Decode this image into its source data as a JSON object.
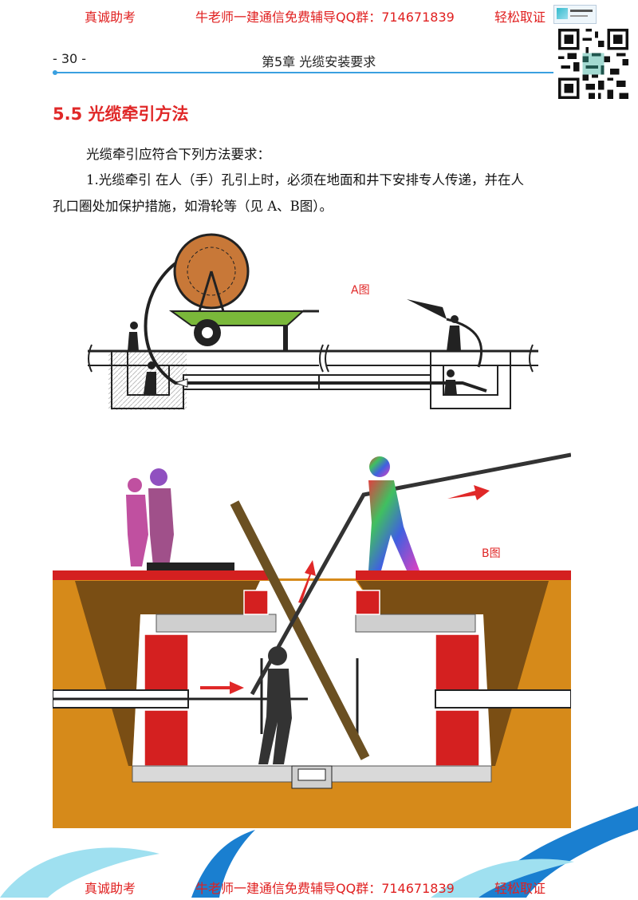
{
  "banner": {
    "left": "真诚助考",
    "middle": "牛老师一建通信免费辅导QQ群：714671839",
    "right": "轻松取证"
  },
  "header": {
    "page_number": "- 30 -",
    "chapter_title": "第5章  光缆安装要求"
  },
  "section": {
    "title": "5.5  光缆牵引方法"
  },
  "body": {
    "intro": "光缆牵引应符合下列方法要求：",
    "item1_line1": "1.光缆牵引 在人（手）孔引上时，必须在地面和井下安排专人传递，并在人",
    "item1_line2": "孔口圈处加保护措施，如滑轮等（见 A、B图）。"
  },
  "figures": {
    "a_label": "A图",
    "b_label": "B图"
  },
  "colors": {
    "accent_red": "#e02828",
    "rule_blue": "#3aa0e0",
    "soil": "#d68a1a",
    "brick": "#d42020",
    "cart_green": "#7ab83a",
    "reel_brown": "#c87838"
  },
  "icons": {
    "qr": "qr-code-icon",
    "logo": "brand-logo-icon"
  }
}
